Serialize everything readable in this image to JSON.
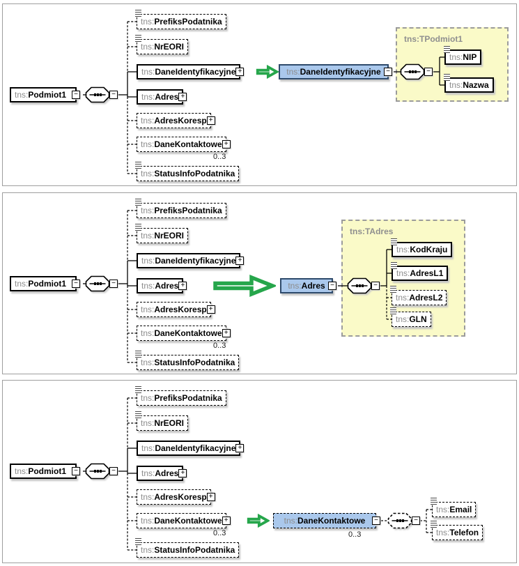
{
  "colors": {
    "highlight_blue": "#aac8ec",
    "type_box_yellow": "#fafac8",
    "arrow_green": "#26a64b",
    "panel_border": "#9e9e9e",
    "prefix_gray": "#8c8c8c"
  },
  "icons": {
    "collapse": "−",
    "expand": "+",
    "sequence": "octagon with dotted line",
    "text_content": "three horizontal lines"
  },
  "tree": {
    "root": {
      "prefix": "tns:",
      "name": "Podmiot1"
    },
    "children": [
      {
        "prefix": "tns:",
        "name": "PrefiksPodatnika"
      },
      {
        "prefix": "tns:",
        "name": "NrEORI"
      },
      {
        "prefix": "tns:",
        "name": "DaneIdentyfikacyjne"
      },
      {
        "prefix": "tns:",
        "name": "Adres"
      },
      {
        "prefix": "tns:",
        "name": "AdresKoresp"
      },
      {
        "prefix": "tns:",
        "name": "DaneKontaktowe"
      },
      {
        "prefix": "tns:",
        "name": "StatusInfoPodatnika"
      }
    ],
    "dane_kontaktowe_cardinality": "0..3"
  },
  "panel1": {
    "focus": {
      "prefix": "tns:",
      "name": "DaneIdentyfikacyjne"
    },
    "type_label": "tns:TPodmiot1",
    "members": [
      {
        "prefix": "tns:",
        "name": "NIP"
      },
      {
        "prefix": "tns:",
        "name": "Nazwa"
      }
    ]
  },
  "panel2": {
    "focus": {
      "prefix": "tns:",
      "name": "Adres"
    },
    "type_label": "tns:TAdres",
    "members": [
      {
        "prefix": "tns:",
        "name": "KodKraju"
      },
      {
        "prefix": "tns:",
        "name": "AdresL1"
      },
      {
        "prefix": "tns:",
        "name": "AdresL2"
      },
      {
        "prefix": "tns:",
        "name": "GLN"
      }
    ]
  },
  "panel3": {
    "focus": {
      "prefix": "tns:",
      "name": "DaneKontaktowe"
    },
    "cardinality": "0..3",
    "members": [
      {
        "prefix": "tns:",
        "name": "Email"
      },
      {
        "prefix": "tns:",
        "name": "Telefon"
      }
    ]
  }
}
